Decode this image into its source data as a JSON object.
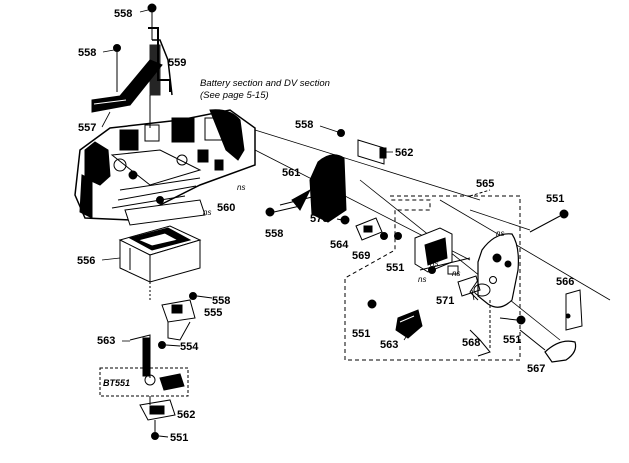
{
  "diagram": {
    "labels": {
      "l558_top": "558",
      "l558_left": "558",
      "l559": "559",
      "l557": "557",
      "l558_mid": "558",
      "l562_top": "562",
      "l561": "561",
      "l560": "560",
      "l565": "565",
      "l551_right": "551",
      "l558_lower": "558",
      "l570": "570",
      "l564": "564",
      "l569": "569",
      "l551_mid": "551",
      "l566": "566",
      "l556": "556",
      "l571": "571",
      "l558_bottom": "558",
      "l555": "555",
      "l551_low": "551",
      "l563_left": "563",
      "l554": "554",
      "l563_mid": "563",
      "l568": "568",
      "l551_low2": "551",
      "l567": "567",
      "l562_bottom": "562",
      "l551_bottom": "551"
    },
    "callout_bt": "BT551",
    "note_line1": "Battery section and DV section",
    "note_line2": "(See page 5-15)",
    "ns_marks": [
      "ns",
      "ns",
      "ns",
      "ns",
      "ns",
      "ns"
    ]
  }
}
